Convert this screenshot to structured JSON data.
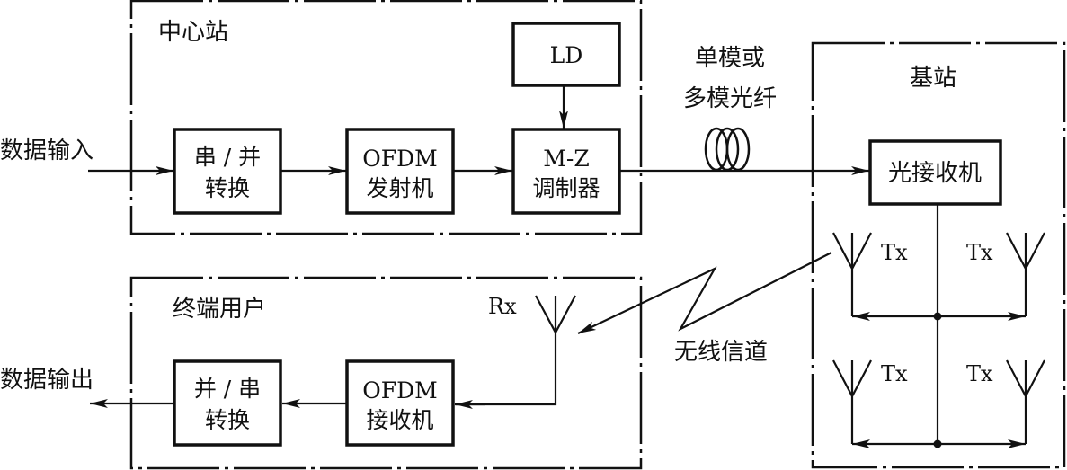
{
  "regions": {
    "central_station": "中心站",
    "base_station": "基站",
    "terminal_user": "终端用户"
  },
  "blocks": {
    "sp_converter": [
      "串 / 并",
      "转换"
    ],
    "ofdm_tx": [
      "OFDM",
      "发射机"
    ],
    "ld": [
      "LD"
    ],
    "mz_modulator": [
      "M-Z",
      "调制器"
    ],
    "optical_rx": [
      "光接收机"
    ],
    "ofdm_rx": [
      "OFDM",
      "接收机"
    ],
    "ps_converter": [
      "并 / 串",
      "转换"
    ]
  },
  "labels": {
    "data_input": "数据输入",
    "data_output": "数据输出",
    "fiber_line1": "单模或",
    "fiber_line2": "多模光纤",
    "wireless_channel": "无线信道",
    "rx": "Rx",
    "tx": "Tx"
  }
}
